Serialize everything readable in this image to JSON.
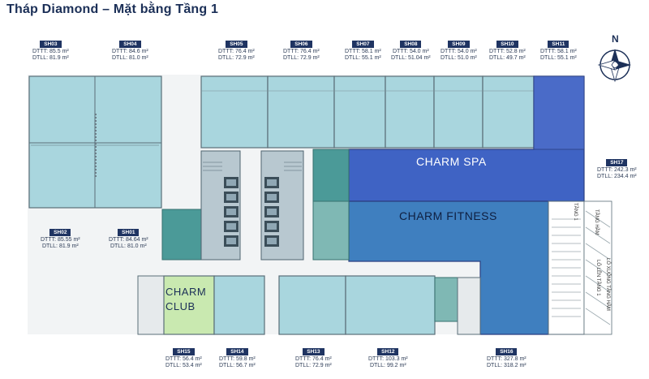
{
  "title": "Tháp Diamond – Mặt bằng Tầng 1",
  "compass": {
    "letter": "N"
  },
  "units": [
    {
      "code": "SH03",
      "dttt": "DTTT: 85.5 m²",
      "dtll": "DTLL: 81.9 m²"
    },
    {
      "code": "SH04",
      "dttt": "DTTT: 84.6 m²",
      "dtll": "DTLL: 81.0 m²"
    },
    {
      "code": "SH05",
      "dttt": "DTTT: 76.4 m²",
      "dtll": "DTLL: 72.9 m²"
    },
    {
      "code": "SH06",
      "dttt": "DTTT: 76.4 m²",
      "dtll": "DTLL: 72.9 m²"
    },
    {
      "code": "SH07",
      "dttt": "DTTT: 58.1 m²",
      "dtll": "DTLL: 55.1 m²"
    },
    {
      "code": "SH08",
      "dttt": "DTTT: 54.0 m²",
      "dtll": "DTLL: 51.04 m²"
    },
    {
      "code": "SH09",
      "dttt": "DTTT: 54.0 m²",
      "dtll": "DTLL: 51.0 m²"
    },
    {
      "code": "SH10",
      "dttt": "DTTT: 52.8 m²",
      "dtll": "DTLL: 49.7 m²"
    },
    {
      "code": "SH11",
      "dttt": "DTTT: 58.1 m²",
      "dtll": "DTLL: 55.1 m²"
    },
    {
      "code": "SH17",
      "dttt": "DTTT: 242.3 m²",
      "dtll": "DTLL: 234.4 m²"
    },
    {
      "code": "SH02",
      "dttt": "DTTT: 85.55 m²",
      "dtll": "DTLL: 81.9 m²"
    },
    {
      "code": "SH01",
      "dttt": "DTTT: 84.64 m²",
      "dtll": "DTLL: 81.0 m²"
    },
    {
      "code": "SH15",
      "dttt": "DTTT: 56.4 m²",
      "dtll": "DTLL: 53.4 m²"
    },
    {
      "code": "SH14",
      "dttt": "DTTT: 59.8 m²",
      "dtll": "DTLL: 56.7 m²"
    },
    {
      "code": "SH13",
      "dttt": "DTTT: 76.4 m²",
      "dtll": "DTLL: 72.9 m²"
    },
    {
      "code": "SH12",
      "dttt": "DTTT: 103.3 m²",
      "dtll": "DTLL: 99.2 m²"
    },
    {
      "code": "SH16",
      "dttt": "DTTT: 327.8 m²",
      "dtll": "DTLL: 318.2 m²"
    }
  ],
  "zones": {
    "spa": "CHARM SPA",
    "fitness": "CHARM FITNESS",
    "club_line1": "CHARM",
    "club_line2": "CLUB"
  },
  "ramp_labels": {
    "up_floor1": "LÔ LÊN TẦNG 1",
    "down_basement": "LÔ XUỐNG TẦNG HẦM",
    "basement": "TẦNG HẦM",
    "floor1": "TẦNG 1"
  },
  "colors": {
    "shop": "#a9d6de",
    "spa": "#3f63c4",
    "spa_corner": "#4a6bc8",
    "fitness": "#3f7fbf",
    "club": "#c9e9b0",
    "teal": "#4b9a98",
    "core": "#8fa7b4",
    "title": "#1b2f57"
  }
}
